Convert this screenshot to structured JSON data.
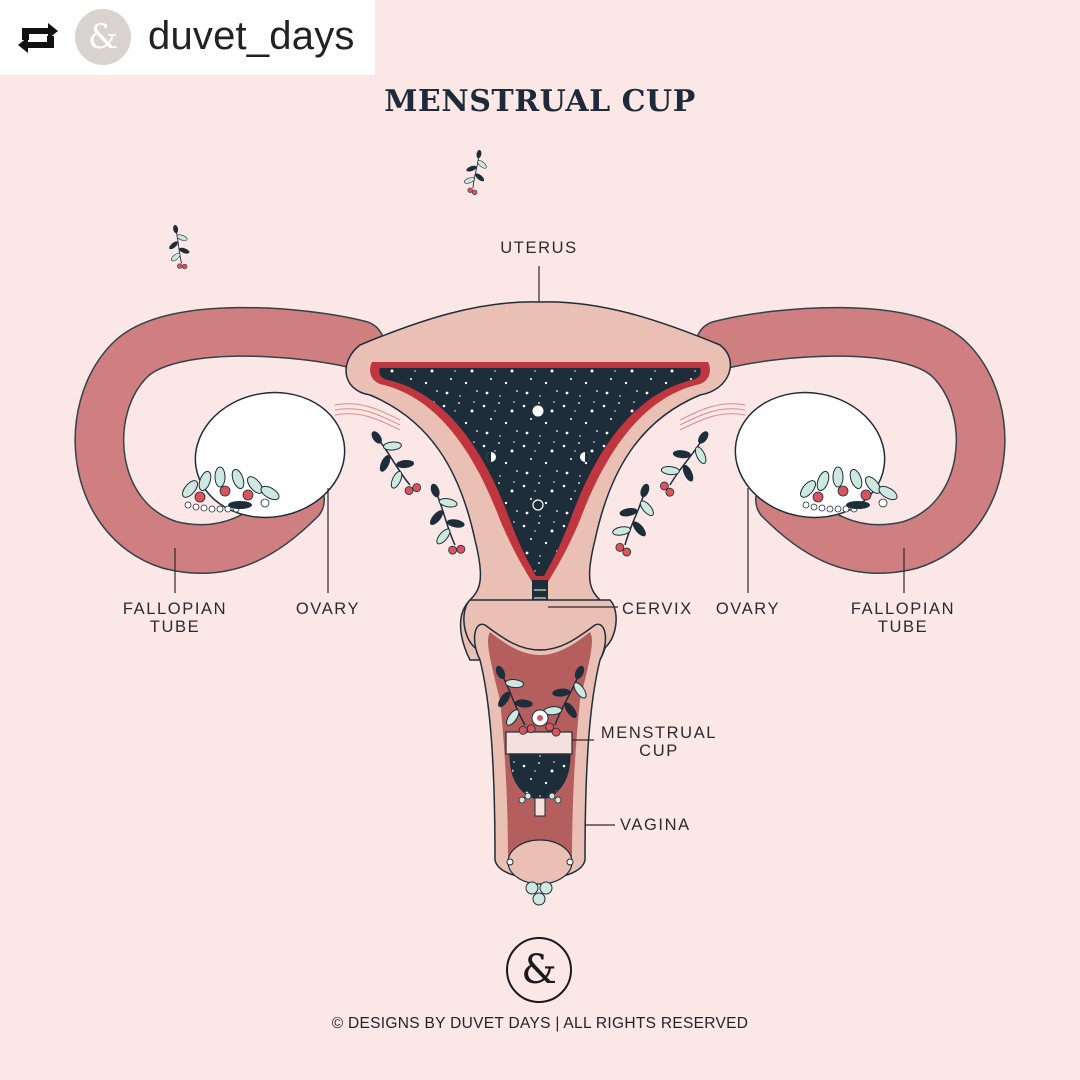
{
  "repost": {
    "icon": "repost-icon",
    "avatar_glyph": "&",
    "username": "duvet_days"
  },
  "diagram": {
    "title": "MENSTRUAL CUP",
    "labels": {
      "uterus": "UTERUS",
      "fallopian_left_1": "FALLOPIAN",
      "fallopian_left_2": "TUBE",
      "ovary_left": "OVARY",
      "cervix": "CERVIX",
      "ovary_right": "OVARY",
      "fallopian_right_1": "FALLOPIAN",
      "fallopian_right_2": "TUBE",
      "cup_1": "MENSTRUAL",
      "cup_2": "CUP",
      "vagina": "VAGINA"
    },
    "colors": {
      "background": "#fbe8e6",
      "tube": "#cf7f7f",
      "body": "#ebc0b4",
      "lining": "#c0363e",
      "cavity": "#1e2d3a",
      "vagina": "#b55e5e",
      "leaf": "#cde8df",
      "berry": "#d9545c"
    }
  },
  "footer": {
    "logo_glyph": "&",
    "copyright": "© DESIGNS BY DUVET DAYS  |  ALL RIGHTS RESERVED"
  }
}
